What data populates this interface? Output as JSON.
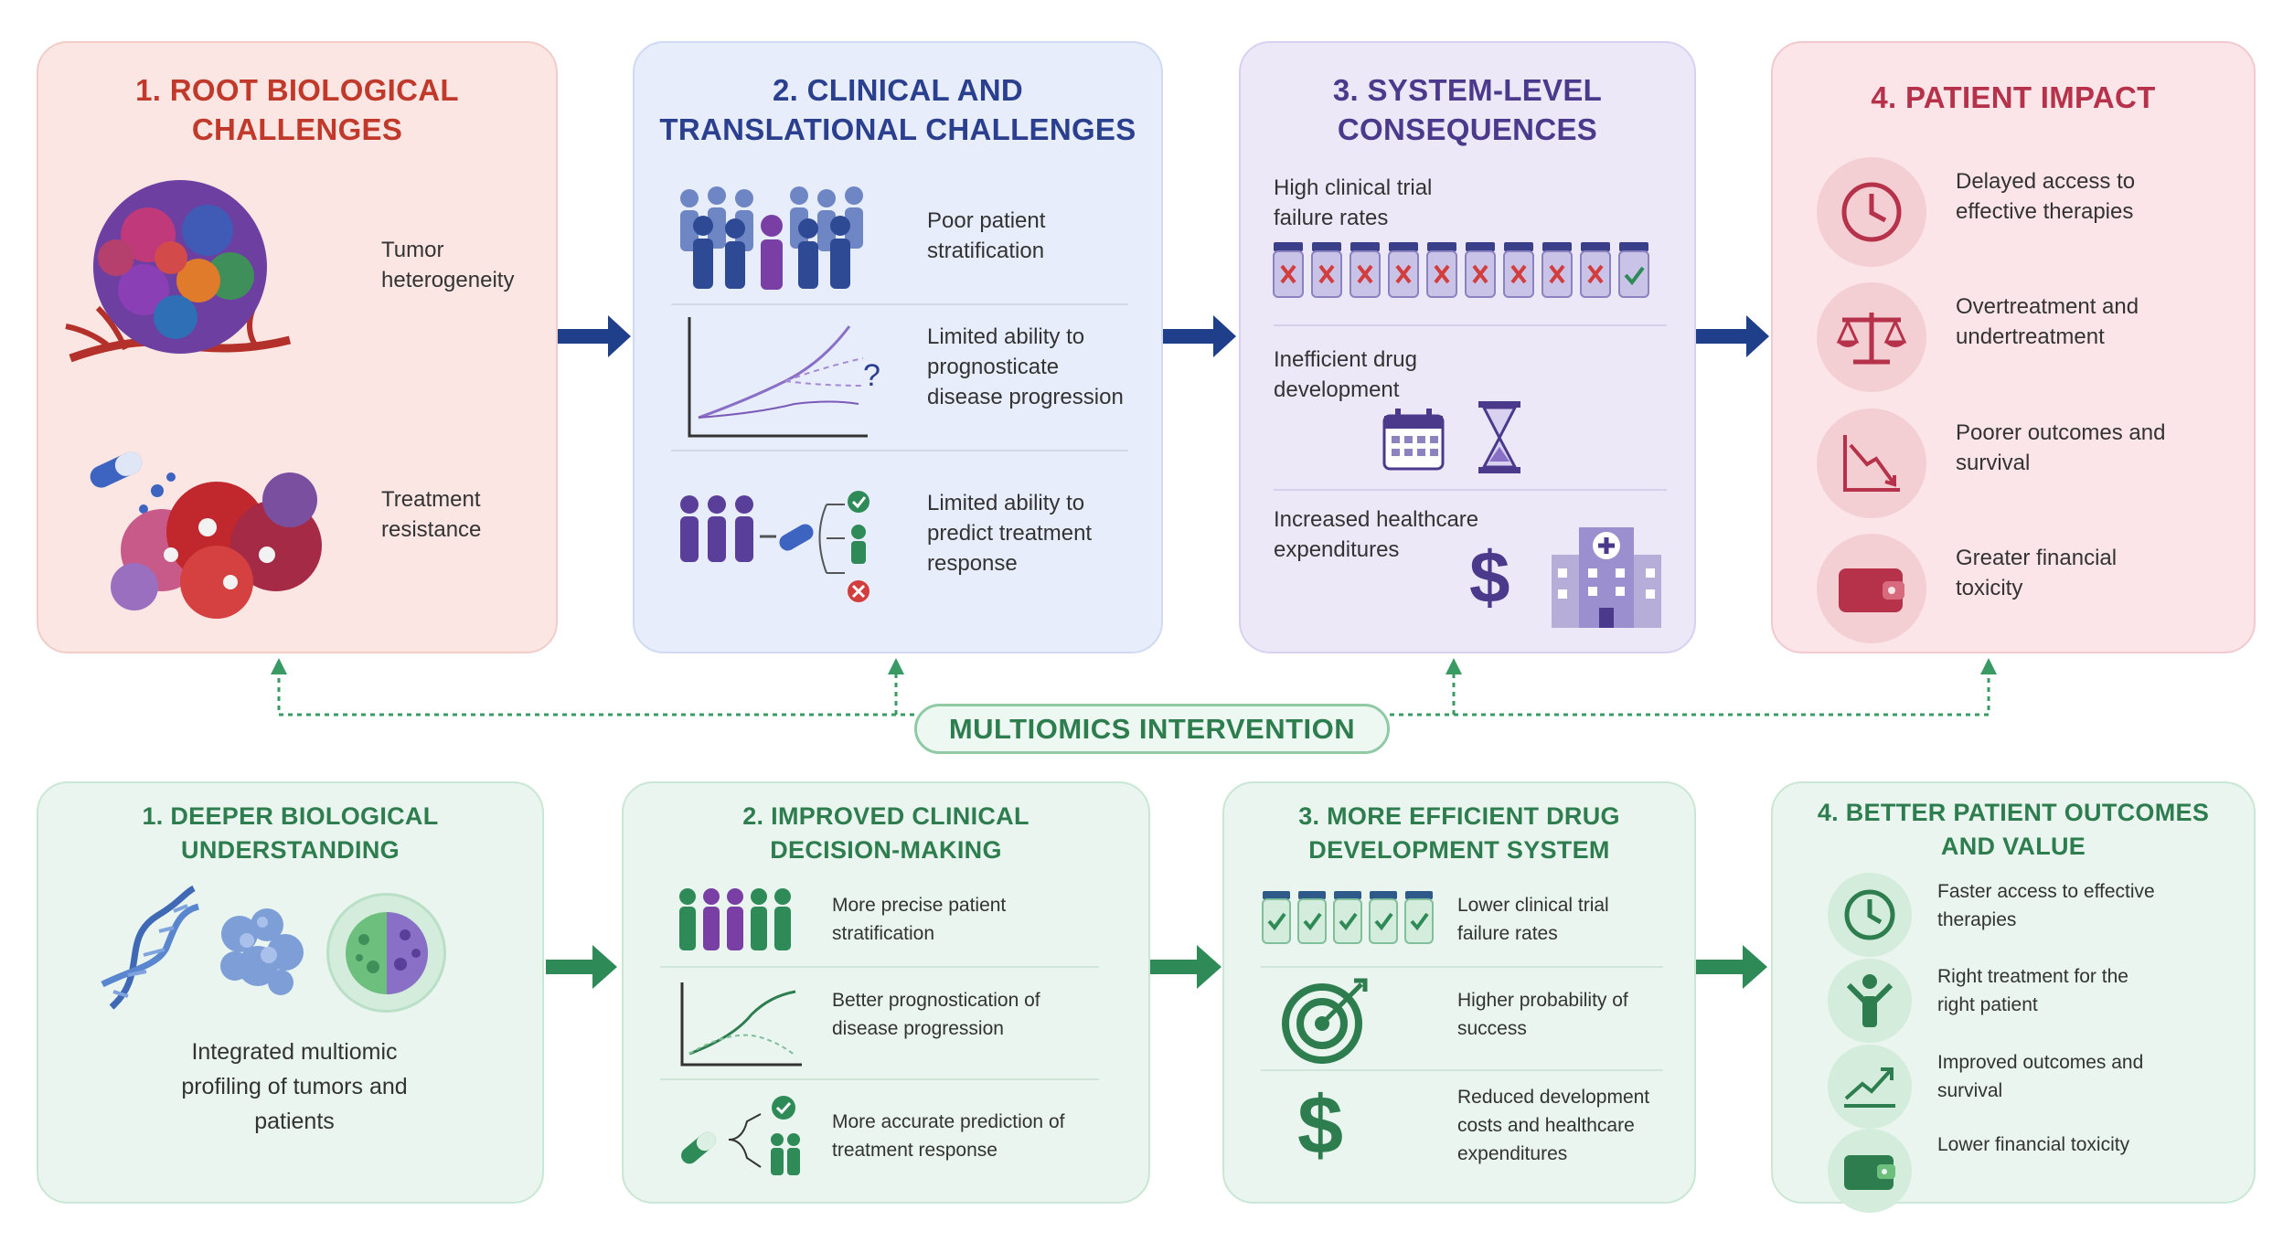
{
  "top": {
    "card1": {
      "title": "1. ROOT BIOLOGICAL CHALLENGES",
      "items": [
        "Tumor heterogeneity",
        "Treatment resistance"
      ]
    },
    "card2": {
      "title": "2. CLINICAL AND TRANSLATIONAL CHALLENGES",
      "items": [
        "Poor patient stratification",
        "Limited ability to prognosticate disease progression",
        "Limited ability to predict treatment response"
      ],
      "question_mark": "?"
    },
    "card3": {
      "title": "3. SYSTEM-LEVEL CONSEQUENCES",
      "items": [
        "High clinical trial failure rates",
        "Inefficient drug development",
        "Increased healthcare expenditures"
      ],
      "dollar": "$"
    },
    "card4": {
      "title": "4. PATIENT IMPACT",
      "items": [
        "Delayed access to effective therapies",
        "Overtreatment and undertreatment",
        "Poorer outcomes and survival",
        "Greater financial toxicity"
      ]
    }
  },
  "middle": {
    "label": "MULTIOMICS INTERVENTION"
  },
  "bottom": {
    "card1": {
      "title": "1. DEEPER BIOLOGICAL UNDERSTANDING",
      "caption": "Integrated multiomic profiling of tumors and patients"
    },
    "card2": {
      "title": "2. IMPROVED CLINICAL DECISION-MAKING",
      "items": [
        "More precise patient stratification",
        "Better prognostication of disease progression",
        "More accurate prediction of treatment response"
      ]
    },
    "card3": {
      "title": "3. MORE EFFICIENT DRUG DEVELOPMENT SYSTEM",
      "items": [
        "Lower clinical trial failure rates",
        "Higher probability of success",
        "Reduced development costs and healthcare expenditures"
      ],
      "dollar": "$"
    },
    "card4": {
      "title": "4. BETTER PATIENT OUTCOMES AND VALUE",
      "items": [
        "Faster access to effective therapies",
        "Right treatment for the right patient",
        "Improved outcomes and survival",
        "Lower financial toxicity"
      ]
    }
  },
  "colors": {
    "arrow_blue": "#1f3f8a",
    "arrow_green": "#2e8b57",
    "dotted_green": "#3a9a63"
  }
}
